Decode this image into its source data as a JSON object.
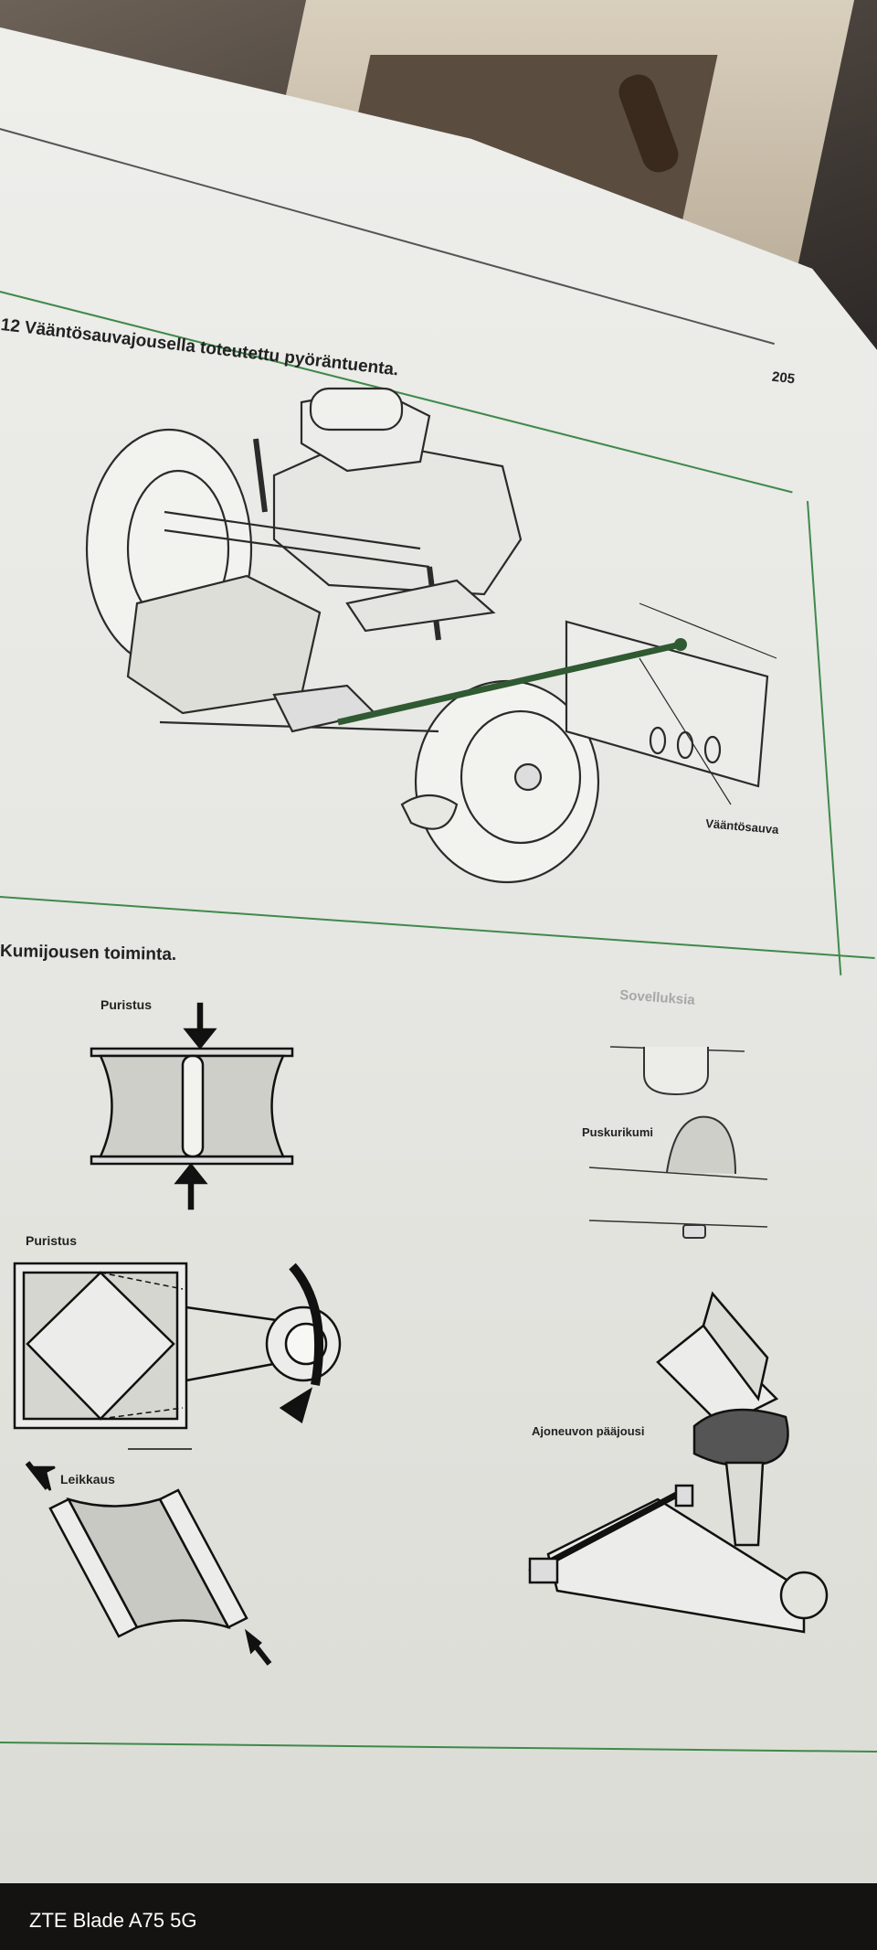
{
  "page": {
    "figure_caption": "12  Vääntösauvajousella toteutettu pyöräntuenta.",
    "page_number": "205",
    "section_caption": "Kumijousen toiminta."
  },
  "labels": {
    "torsion_bar": "Vääntösauva",
    "compression_1": "Puristus",
    "compression_2": "Puristus",
    "shear": "Leikkaus",
    "applications": "Sovelluksia",
    "bump_stop": "Puskurikumi",
    "main_spring": "Ajoneuvon pääjousi"
  },
  "device": {
    "watermark": "ZTE Blade A75 5G"
  },
  "colors": {
    "accent_green": "#3f8a4a",
    "paper": "#e9e9e5",
    "ink": "#222222"
  }
}
